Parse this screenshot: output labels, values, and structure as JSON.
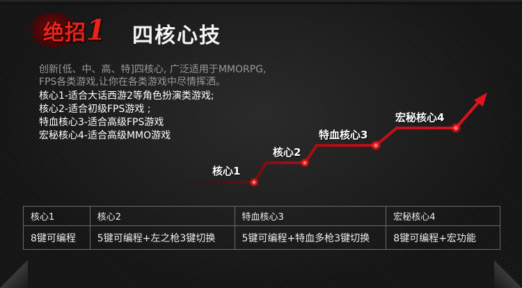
{
  "title": {
    "prefix": "绝招",
    "number": "1",
    "subtitle": "四核心技"
  },
  "description": {
    "line1": "创新[低、中、高、特]四核心, 广泛适用于MMORPG,",
    "line2": "FPS各类游戏,让你在各类游戏中尽情挥洒。"
  },
  "core_lines": [
    "核心1-适合大话西游2等角色扮演类游戏;",
    "核心2-适合初级FPS游戏 ;",
    "特血核心3-适合高级FPS游戏",
    "宏秘核心4-适合高级MMO游戏"
  ],
  "stairs": {
    "labels": [
      "核心1",
      "核心2",
      "特血核心3",
      "宏秘核心4"
    ],
    "color": "#d0101a"
  },
  "table": {
    "headers": [
      "核心1",
      "核心2",
      "特血核心3",
      "宏秘核心4"
    ],
    "values": [
      "8键可编程",
      "5键可编程+左之枪3键切换",
      "5键可编程+特血多枪3键切换",
      "8键可编程+宏功能"
    ]
  }
}
